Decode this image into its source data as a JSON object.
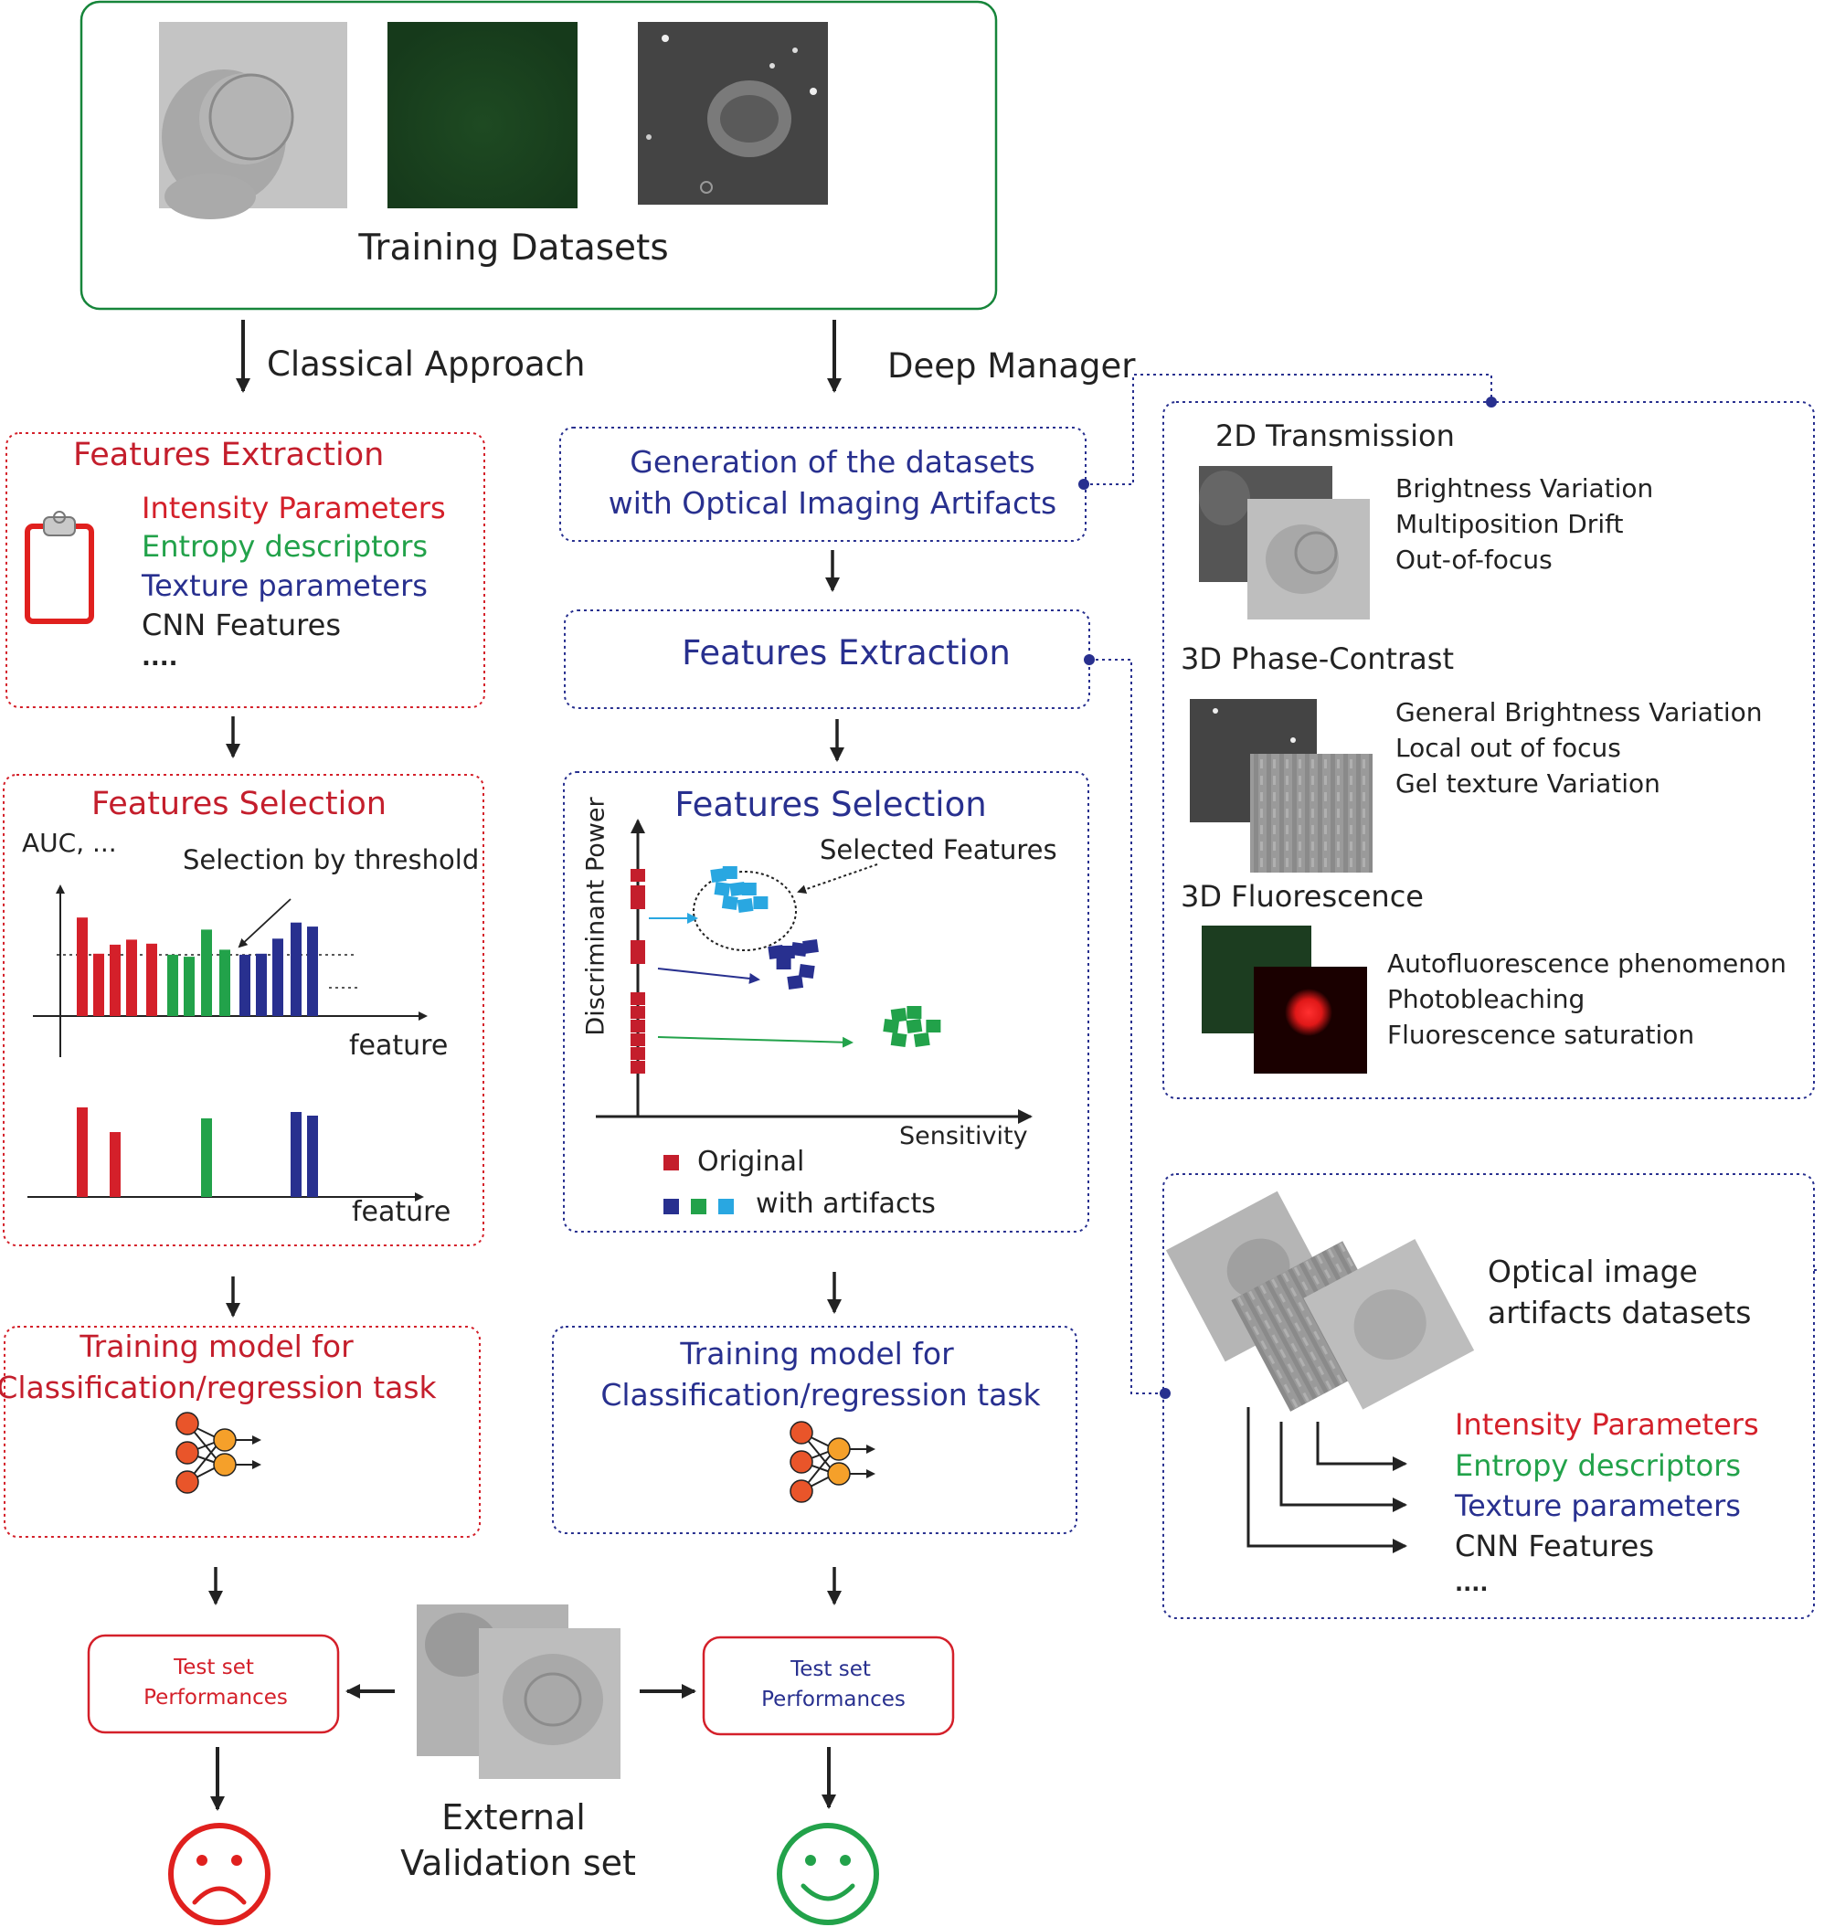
{
  "colors": {
    "red": "#d4202a",
    "green": "#22a24a",
    "blue": "#28308f",
    "light_blue": "#29a7e1",
    "green_frame": "#16853a",
    "crimson": "#c41e2c",
    "orange_node": "#f08a24",
    "black": "#222222"
  },
  "training": {
    "title": "Training Datasets"
  },
  "branches": {
    "classical": "Classical Approach",
    "deep": "Deep Manager"
  },
  "classical": {
    "extraction": {
      "title": "Features Extraction",
      "items": [
        "Intensity Parameters",
        "Entropy descriptors",
        "Texture parameters",
        "CNN Features",
        "...."
      ]
    },
    "selection": {
      "title": "Features Selection",
      "ylabel": "AUC, ...",
      "annotation": "Selection by threshold",
      "xlabel_top": "feature",
      "xlabel_bottom": "feature"
    },
    "training": {
      "line1": "Training model for",
      "line2": "Classification/regression task"
    },
    "test": {
      "line1": "Test set",
      "line2": "Performances"
    }
  },
  "deep": {
    "generation": {
      "line1": "Generation of the datasets",
      "line2": "with Optical Imaging Artifacts"
    },
    "extraction": {
      "title": "Features Extraction"
    },
    "selection": {
      "title": "Features Selection",
      "ylabel": "Discriminant Power",
      "xlabel": "Sensitivity",
      "selected_label": "Selected Features",
      "legend_original": "Original",
      "legend_artifacts": "with artifacts"
    },
    "training": {
      "line1": "Training model for",
      "line2": "Classification/regression task"
    },
    "test": {
      "line1": "Test set",
      "line2": "Performances"
    }
  },
  "validation": {
    "line1": "External",
    "line2": "Validation set"
  },
  "artifact_panel": {
    "sections": [
      {
        "title": "2D Transmission",
        "items": [
          "Brightness Variation",
          "Multiposition Drift",
          "Out-of-focus"
        ]
      },
      {
        "title": "3D Phase-Contrast",
        "items": [
          "General Brightness Variation",
          "Local out of focus",
          "Gel texture Variation"
        ]
      },
      {
        "title": "3D Fluorescence",
        "items": [
          "Autofluorescence phenomenon",
          "Photobleaching",
          "Fluorescence saturation"
        ]
      }
    ]
  },
  "optical_panel": {
    "line1": "Optical image",
    "line2": "artifacts datasets",
    "items": [
      "Intensity Parameters",
      "Entropy descriptors",
      "Texture parameters",
      "CNN Features",
      "...."
    ]
  },
  "chart_data": [
    {
      "type": "bar",
      "title": "",
      "ylabel": "AUC, ...",
      "xlabel": "feature",
      "threshold_note": "Selection by threshold",
      "values": [
        0.98,
        0.62,
        0.71,
        0.76,
        0.72,
        0.61,
        0.59,
        0.86,
        0.66,
        0.61,
        0.62,
        0.77,
        0.93,
        0.89
      ],
      "bar_colors": [
        "red",
        "red",
        "red",
        "red",
        "red",
        "green",
        "green",
        "green",
        "green",
        "blue",
        "blue",
        "blue",
        "blue",
        "blue"
      ],
      "threshold": 0.8
    },
    {
      "type": "bar",
      "title": "",
      "xlabel": "feature",
      "values": [
        0.98,
        0.71,
        0.86,
        0.93,
        0.89
      ],
      "bar_colors": [
        "red",
        "red",
        "green",
        "blue",
        "blue"
      ]
    },
    {
      "type": "scatter",
      "title": "Features Selection",
      "xlabel": "Sensitivity",
      "ylabel": "Discriminant Power",
      "series": [
        {
          "name": "Original",
          "color": "#c41e2c",
          "x": [
            0,
            0,
            0,
            0,
            0,
            0,
            0,
            0,
            0,
            0,
            0
          ],
          "y": [
            0.88,
            0.82,
            0.78,
            0.62,
            0.58,
            0.43,
            0.38,
            0.33,
            0.28,
            0.23,
            0.18
          ]
        },
        {
          "name": "with artifacts",
          "color": "#29a7e1",
          "x": [
            0.21,
            0.24,
            0.22,
            0.26,
            0.29,
            0.24,
            0.28,
            0.32
          ],
          "y": [
            0.88,
            0.89,
            0.83,
            0.83,
            0.83,
            0.78,
            0.77,
            0.78
          ]
        },
        {
          "name": "with artifacts",
          "color": "#28308f",
          "x": [
            0.36,
            0.39,
            0.42,
            0.45,
            0.38,
            0.44,
            0.41
          ],
          "y": [
            0.6,
            0.6,
            0.61,
            0.62,
            0.56,
            0.53,
            0.49
          ]
        },
        {
          "name": "with artifacts",
          "color": "#22a24a",
          "x": [
            0.68,
            0.72,
            0.66,
            0.72,
            0.77,
            0.68,
            0.74
          ],
          "y": [
            0.37,
            0.38,
            0.33,
            0.33,
            0.33,
            0.28,
            0.28
          ]
        }
      ]
    }
  ]
}
